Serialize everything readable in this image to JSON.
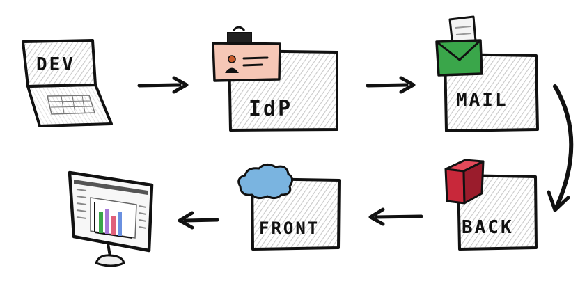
{
  "diagram": {
    "steps": [
      {
        "id": "dev",
        "label": "DEV",
        "icon": "laptop-icon"
      },
      {
        "id": "idp",
        "label": "IdP",
        "icon": "id-badge-icon"
      },
      {
        "id": "mail",
        "label": "MAIL",
        "icon": "envelope-icon"
      },
      {
        "id": "back",
        "label": "BACK",
        "icon": "red-box-icon"
      },
      {
        "id": "front",
        "label": "FRONT",
        "icon": "cloud-icon"
      },
      {
        "id": "monitor",
        "label": "",
        "icon": "monitor-chart-icon"
      }
    ],
    "colors": {
      "ink": "#111111",
      "hatch": "#c9c9c9",
      "badge": "#f6c7b6",
      "envelope": "#3aa64a",
      "box": "#c8283a",
      "cloud": "#7ab4e0",
      "chart_bars": [
        "#3aa64a",
        "#a678d8",
        "#e0607a",
        "#6a90e0"
      ]
    }
  }
}
